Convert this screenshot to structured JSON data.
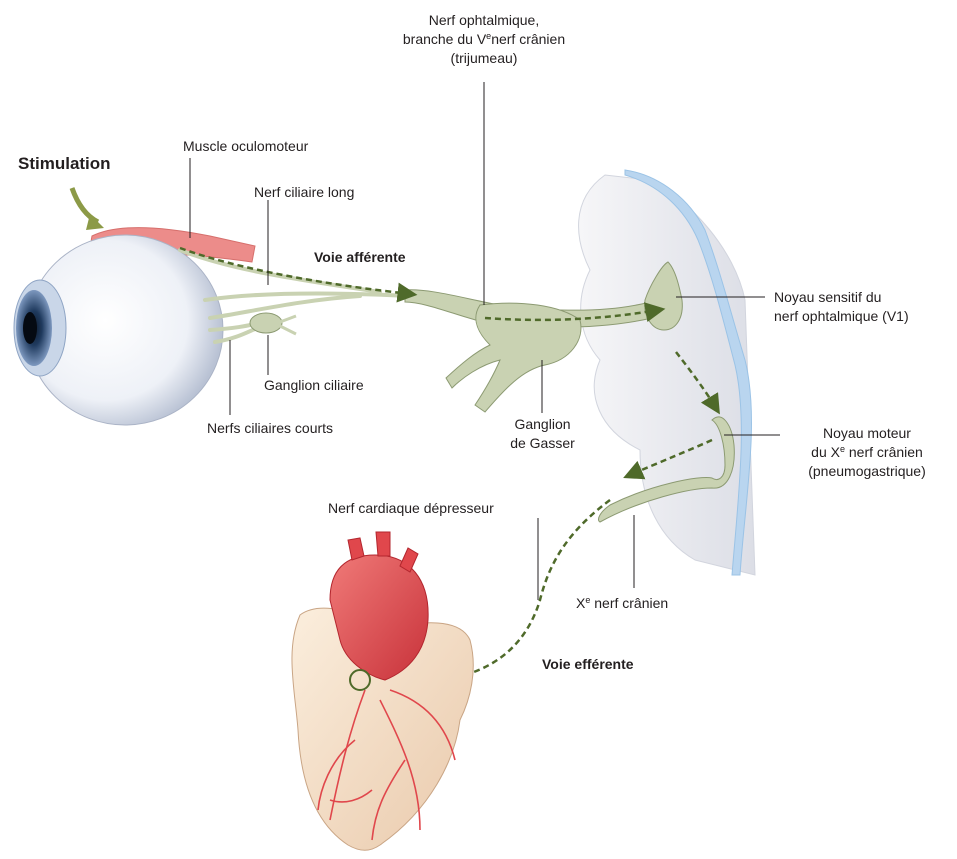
{
  "labels": {
    "stimulation": "Stimulation",
    "muscle": "Muscle oculomoteur",
    "nerf_ciliaire_long": "Nerf ciliaire long",
    "voie_afferente": "Voie afférente",
    "nerf_ophtalmique_l1": "Nerf ophtalmique,",
    "nerf_ophtalmique_l2a": "branche du V",
    "nerf_ophtalmique_sup": "e",
    "nerf_ophtalmique_l2b": "nerf crânien",
    "nerf_ophtalmique_l3": "(trijumeau)",
    "noyau_sensitif_l1": "Noyau sensitif du",
    "noyau_sensitif_l2": "nerf ophtalmique (V1)",
    "ganglion_ciliaire": "Ganglion ciliaire",
    "nerfs_ciliaires_courts": "Nerfs ciliaires courts",
    "ganglion_gasser_l1": "Ganglion",
    "ganglion_gasser_l2": "de Gasser",
    "noyau_moteur_l1": "Noyau moteur",
    "noyau_moteur_l2a": "du X",
    "noyau_moteur_sup": "e",
    "noyau_moteur_l2b": " nerf crânien",
    "noyau_moteur_l3": "(pneumogastrique)",
    "nerf_cardiaque": "Nerf cardiaque dépresseur",
    "xe_nerf_a": "X",
    "xe_nerf_sup": "e",
    "xe_nerf_b": " nerf crânien",
    "voie_efferente": "Voie efférente"
  },
  "colors": {
    "nerve": "#c9d2b2",
    "nerve_dark": "#8c9a72",
    "pathway": "#4f6a2a",
    "muscle": "#ec8c8a",
    "brainstem": "#eceef2",
    "meninges": "#b9d5ef",
    "heart": "#f5e0c8",
    "aorta": "#e0474c",
    "coronary": "#e0474c",
    "leader": "#231f20"
  }
}
